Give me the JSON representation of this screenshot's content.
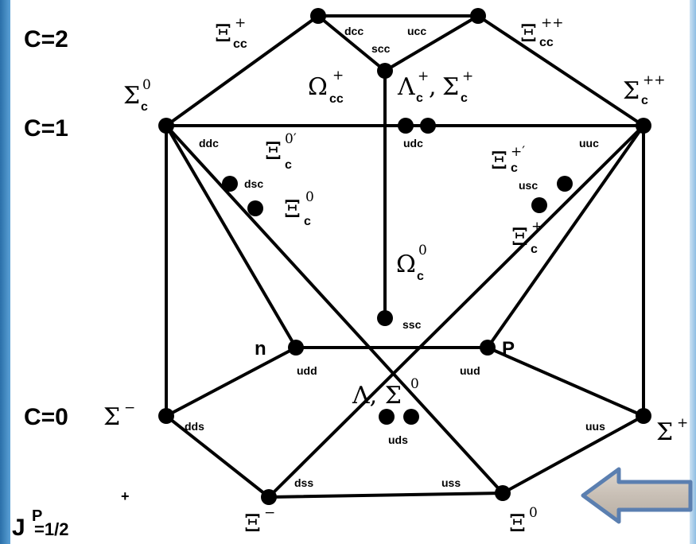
{
  "row_labels": {
    "c2": "C=2",
    "c1": "C=1",
    "c0": "C=0"
  },
  "spin_parity": {
    "j": "J",
    "p": "P",
    "value": "=1/2",
    "sign": "+"
  },
  "quark_labels": {
    "dcc": "dcc",
    "ucc": "ucc",
    "scc": "scc",
    "ddc": "ddc",
    "dsc": "dsc",
    "udc": "udc",
    "uuc": "uuc",
    "usc": "usc",
    "ssc": "ssc",
    "udd": "udd",
    "uud": "uud",
    "dds": "dds",
    "uds": "uds",
    "uus": "uus",
    "dss": "dss",
    "uss": "uss"
  },
  "particles": {
    "xi_cc_plus": {
      "base": "Ξ",
      "sub": "cc",
      "sup": "+"
    },
    "xi_cc_plusplus": {
      "base": "Ξ",
      "sub": "cc",
      "sup": "++"
    },
    "omega_cc_plus": {
      "base": "Ω",
      "sub": "cc",
      "sup": "+"
    },
    "sigma_c_zero": {
      "base": "Σ",
      "sub": "c",
      "sup": "0"
    },
    "lambda_c_plus": {
      "base": "Λ",
      "sub": "c",
      "sup": "+"
    },
    "sigma_c_plus": {
      "base": "Σ",
      "sub": "c",
      "sup": "+"
    },
    "sigma_c_plusplus": {
      "base": "Σ",
      "sub": "c",
      "sup": "++"
    },
    "xi_c_zero_prime": {
      "base": "Ξ",
      "sub": "c",
      "sup": "0′"
    },
    "xi_c_plus_prime": {
      "base": "Ξ",
      "sub": "c",
      "sup": "+′"
    },
    "xi_c_zero": {
      "base": "Ξ",
      "sub": "c",
      "sup": "0"
    },
    "xi_c_plus": {
      "base": "Ξ",
      "sub": "c",
      "sup": "+"
    },
    "omega_c_zero": {
      "base": "Ω",
      "sub": "c",
      "sup": "0"
    },
    "neutron": {
      "label": "n"
    },
    "proton": {
      "label": "P"
    },
    "sigma_minus": {
      "base": "Σ",
      "sup": "−"
    },
    "sigma_plus": {
      "base": "Σ",
      "sup": "+"
    },
    "lambda_sigma0": {
      "text": "Λ, Σ",
      "sup": "0"
    },
    "xi_minus": {
      "base": "Ξ",
      "sup": "−"
    },
    "xi_zero": {
      "base": "Ξ",
      "sup": "0"
    },
    "comma": ","
  }
}
